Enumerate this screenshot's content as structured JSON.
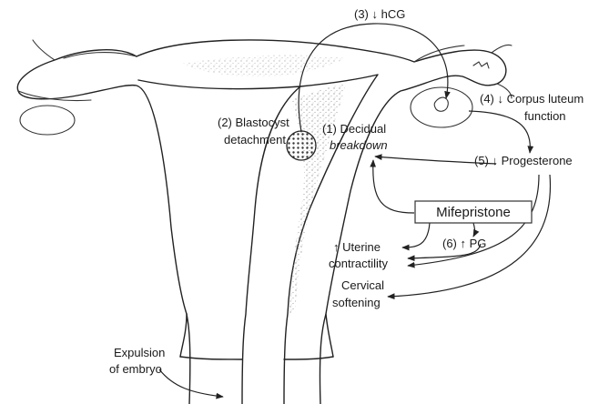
{
  "labels": {
    "step3": "(3) ↓ hCG",
    "step4_line1": "(4) ↓ Corpus luteum",
    "step4_line2": "function",
    "step2_line1": "(2) Blastocyst",
    "step2_line2": "detachment",
    "step1_line1": "(1) Decidual",
    "step1_line2": "breakdown",
    "step5": "(5) ↓ Progesterone",
    "drug": "Mifepristone",
    "step6": "(6) ↑ PG",
    "uterine_line1": "↑ Uterine",
    "uterine_line2": "contractility",
    "cervical_line1": "Cervical",
    "cervical_line2": "softening",
    "expulsion_line1": "Expulsion",
    "expulsion_line2": "of embryo"
  },
  "colors": {
    "ink": "#222222",
    "decidua_stipple": "#9a9a9a",
    "box_border": "#333333"
  }
}
